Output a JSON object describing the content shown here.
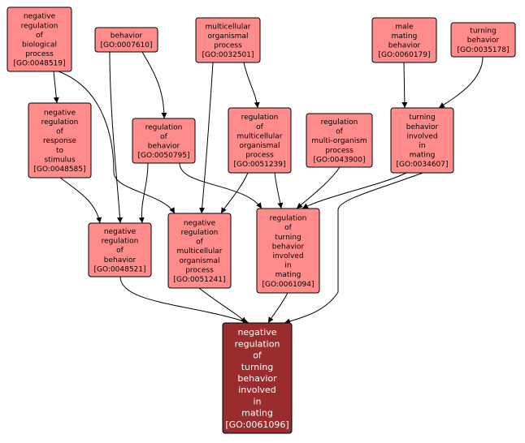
{
  "nodes": [
    {
      "id": "GO:0048519",
      "lines": [
        "negative",
        "regulation",
        "of",
        "biological",
        "process",
        "[GO:0048519]"
      ]
    },
    {
      "id": "GO:0007610",
      "lines": [
        "behavior",
        "[GO:0007610]"
      ]
    },
    {
      "id": "GO:0032501",
      "lines": [
        "multicellular",
        "organismal",
        "process",
        "[GO:0032501]"
      ]
    },
    {
      "id": "GO:0060179",
      "lines": [
        "male",
        "mating",
        "behavior",
        "[GO:0060179]"
      ]
    },
    {
      "id": "GO:0035178",
      "lines": [
        "turning",
        "behavior",
        "[GO:0035178]"
      ]
    },
    {
      "id": "GO:0048585",
      "lines": [
        "negative",
        "regulation",
        "of",
        "response",
        "to",
        "stimulus",
        "[GO:0048585]"
      ]
    },
    {
      "id": "GO:0050795",
      "lines": [
        "regulation",
        "of",
        "behavior",
        "[GO:0050795]"
      ]
    },
    {
      "id": "GO:0051239",
      "lines": [
        "regulation",
        "of",
        "multicellular",
        "organismal",
        "process",
        "[GO:0051239]"
      ]
    },
    {
      "id": "GO:0043900",
      "lines": [
        "regulation",
        "of",
        "multi-organism",
        "process",
        "[GO:0043900]"
      ]
    },
    {
      "id": "GO:0034607",
      "lines": [
        "turning",
        "behavior",
        "involved",
        "in",
        "mating",
        "[GO:0034607]"
      ]
    },
    {
      "id": "GO:0048521",
      "lines": [
        "negative",
        "regulation",
        "of",
        "behavior",
        "[GO:0048521]"
      ]
    },
    {
      "id": "GO:0051241",
      "lines": [
        "negative",
        "regulation",
        "of",
        "multicellular",
        "organismal",
        "process",
        "[GO:0051241]"
      ]
    },
    {
      "id": "GO:0061094",
      "lines": [
        "regulation",
        "of",
        "turning",
        "behavior",
        "involved",
        "in",
        "mating",
        "[GO:0061094]"
      ]
    },
    {
      "id": "GO:0061096",
      "lines": [
        "negative",
        "regulation",
        "of",
        "turning",
        "behavior",
        "involved",
        "in",
        "mating",
        "[GO:0061096]"
      ],
      "highlight": true
    }
  ],
  "edges": [
    [
      "GO:0048519",
      "GO:0048585"
    ],
    [
      "GO:0048519",
      "GO:0051241"
    ],
    [
      "GO:0007610",
      "GO:0050795"
    ],
    [
      "GO:0007610",
      "GO:0048521"
    ],
    [
      "GO:0032501",
      "GO:0051239"
    ],
    [
      "GO:0032501",
      "GO:0051241"
    ],
    [
      "GO:0060179",
      "GO:0034607"
    ],
    [
      "GO:0035178",
      "GO:0034607"
    ],
    [
      "GO:0048585",
      "GO:0048521"
    ],
    [
      "GO:0050795",
      "GO:0048521"
    ],
    [
      "GO:0050795",
      "GO:0061094"
    ],
    [
      "GO:0051239",
      "GO:0051241"
    ],
    [
      "GO:0051239",
      "GO:0061094"
    ],
    [
      "GO:0043900",
      "GO:0061094"
    ],
    [
      "GO:0034607",
      "GO:0061094"
    ],
    [
      "GO:0034607",
      "GO:0061096"
    ],
    [
      "GO:0048521",
      "GO:0061096"
    ],
    [
      "GO:0051241",
      "GO:0061096"
    ],
    [
      "GO:0061094",
      "GO:0061096"
    ]
  ],
  "colors": {
    "node_fill": "#ff8c8a",
    "term_fill": "#9a2c2e",
    "term_text": "#ffffff",
    "edge": "#000000"
  }
}
